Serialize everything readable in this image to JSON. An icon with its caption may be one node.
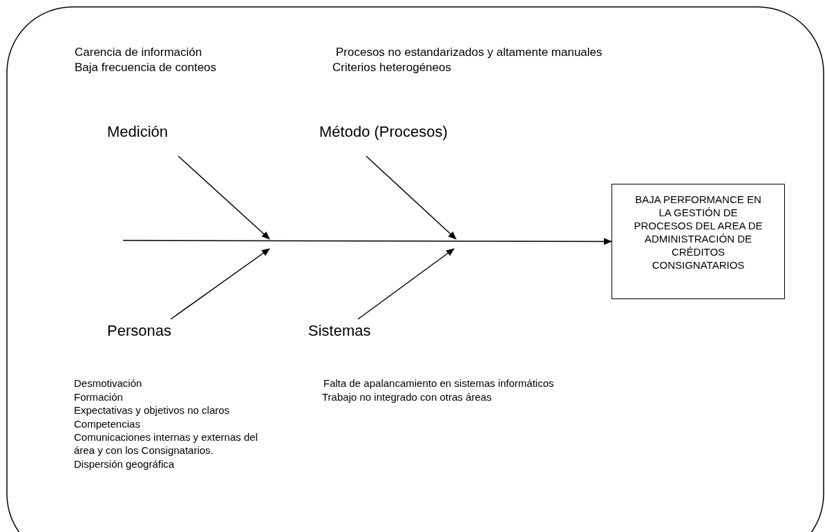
{
  "diagram": {
    "nodes": [
      {
        "text": [
          "Medición"
        ]
      },
      {
        "text": [
          "Método (Procesos)"
        ]
      },
      {
        "text": [
          "Personas"
        ]
      },
      {
        "text": [
          "Sistemas"
        ]
      },
      {
        "text": [
          "BAJA PERFORMANCE EN LA GESTIÓN DE PROCESOS DEL AREA DE ADMINISTRACIÓN DE CRÉDITOS CONSIGNATARIOS"
        ]
      }
    ],
    "edges": [
      {
        "from": null,
        "to": 4,
        "arrow": "to"
      },
      {
        "from": 0,
        "to": null,
        "arrow": "to"
      },
      {
        "from": 1,
        "to": null,
        "arrow": "to"
      },
      {
        "from": 2,
        "to": null,
        "arrow": "to"
      },
      {
        "from": 3,
        "to": null,
        "arrow": "to"
      }
    ],
    "labels": [
      "Carencia de información",
      "Procesos no estandarizados y altamente manuales",
      "Baja frecuencia de conteos",
      "Criterios heterogéneos",
      "Desmotivación",
      "Falta de apalancamiento en sistemas informáticos",
      "Formación",
      "Trabajo no integrado con otras áreas",
      "Expectativas y objetivos no claros",
      "Competencias",
      "Comunicaciones internas y externas del área y con los Consignatarios.",
      "Dispersión geográfica"
    ]
  }
}
